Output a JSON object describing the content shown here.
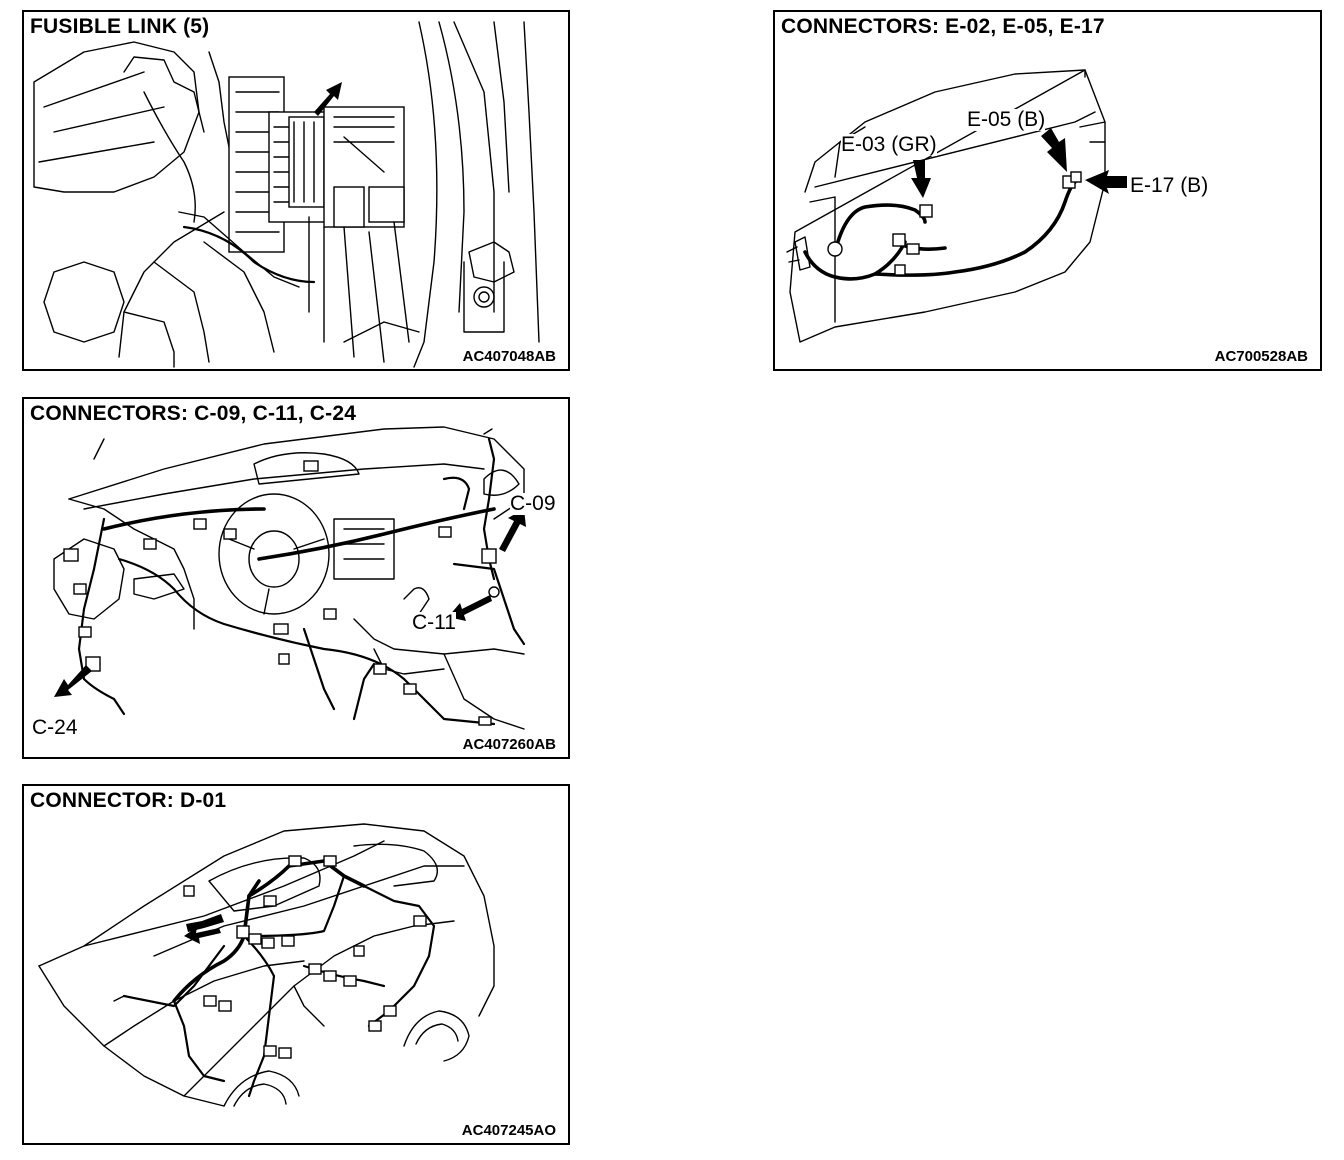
{
  "panels": {
    "fusible_link": {
      "title": "FUSIBLE LINK (5)",
      "code": "AC407048AB"
    },
    "connectors_e": {
      "title": "CONNECTORS: E-02, E-05, E-17",
      "code": "AC700528AB",
      "callouts": {
        "e03": "E-03 (GR)",
        "e05": "E-05 (B)",
        "e17": "E-17 (B)"
      }
    },
    "connectors_c": {
      "title": "CONNECTORS: C-09, C-11, C-24",
      "code": "AC407260AB",
      "callouts": {
        "c09": "C-09",
        "c11": "C-11",
        "c24": "C-24"
      }
    },
    "connector_d": {
      "title": "CONNECTOR: D-01",
      "code": "AC407245AO"
    }
  }
}
